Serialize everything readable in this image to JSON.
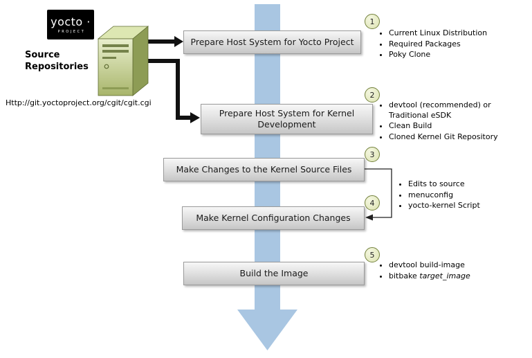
{
  "logo": {
    "brand": "yocto ·",
    "subtitle": "PROJECT"
  },
  "source": {
    "title": "Source Repositories",
    "url": "Http://git.yoctoproject.org/cgit/cgit.cgi"
  },
  "steps": [
    {
      "number": "1",
      "label": "Prepare Host System for Yocto Project",
      "bullets": [
        "Current Linux Distribution",
        "Required Packages",
        "Poky Clone"
      ]
    },
    {
      "number": "2",
      "label": "Prepare Host System for Kernel Development",
      "bullets": [
        "devtool (recommended) or Traditional eSDK",
        "Clean Build",
        "Cloned Kernel Git Repository"
      ]
    },
    {
      "number": "3",
      "label": "Make Changes to the Kernel Source Files",
      "bullets": []
    },
    {
      "number": "4",
      "label": "Make Kernel Configuration Changes",
      "bullets": []
    },
    {
      "number": "5",
      "label": "Build the Image",
      "bullets": [
        "devtool build-image",
        {
          "pre": "bitbake ",
          "italic": "target_image"
        }
      ]
    }
  ],
  "shared_bullets_steps_3_4": [
    "Edits to source",
    "menuconfig",
    "yocto-kernel Script"
  ],
  "colors": {
    "flow_arrow": "#a9c6e2",
    "connector": "#111111",
    "circle_fill": "#e3e8c0",
    "circle_border": "#72803c",
    "box_top": "#f7f7f7",
    "box_bottom": "#c6c6c6",
    "server_front": "#c3cf86",
    "server_top": "#dde7b2",
    "server_side": "#8d9c55",
    "logo_bg": "#000000"
  }
}
